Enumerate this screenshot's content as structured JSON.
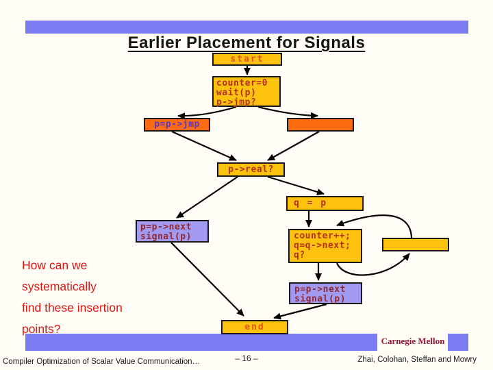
{
  "slide": {
    "title": "Earlier Placement for Signals",
    "question_lines": [
      "How can we",
      "systematically",
      "find these insertion",
      "points?"
    ]
  },
  "flowchart": {
    "start": "start",
    "init_lines": [
      "counter=0",
      "wait(p)",
      "p->jmp?"
    ],
    "jmp": "p=p->jmp",
    "real": "p->real?",
    "assign_q": "q = p",
    "signal_left_lines": [
      "p=p->next",
      "signal(p)"
    ],
    "loop_lines": [
      "counter++;",
      "q=q->next;",
      "q?"
    ],
    "signal_right_lines": [
      "p=p->next",
      "signal(p)"
    ],
    "end": "end"
  },
  "footer": {
    "brand": "Carnegie Mellon",
    "left": "Compiler Optimization of Scalar Value Communication…",
    "page": "– 16 –",
    "authors": "Zhai, Colohan, Steffan and Mowry"
  },
  "colors": {
    "bar_blue": "#7b7bf2",
    "box_gold": "#fcc20d",
    "box_orange": "#fa6b10",
    "box_purple": "#a29af1",
    "code_red": "#b5311c",
    "code_orange_red": "#e1561d",
    "code_violet": "#5b35d0",
    "code_maroon": "#8f2a33",
    "question_red": "#dd1612",
    "brand_maroon": "#9d1939"
  }
}
